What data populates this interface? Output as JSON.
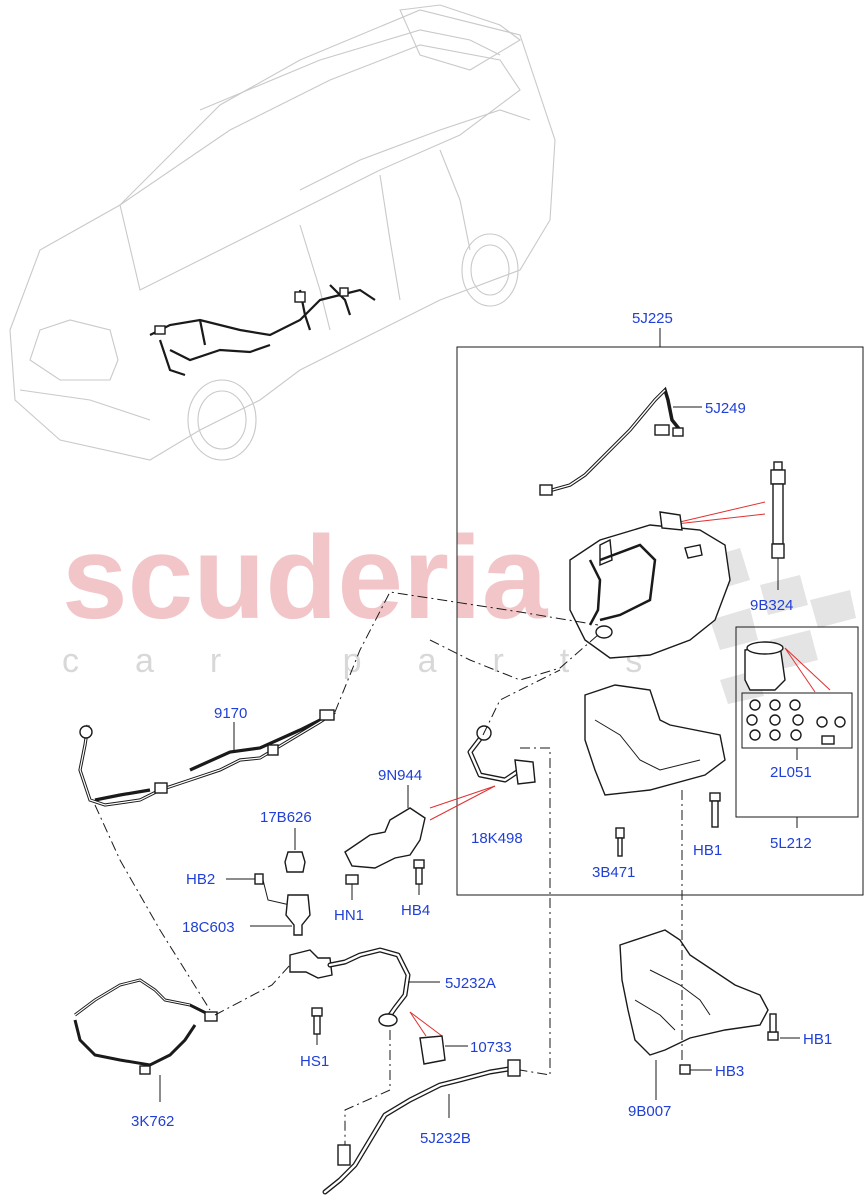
{
  "watermark": {
    "brand": "scuderia",
    "tagline": "car parts"
  },
  "callouts": {
    "c5J225": "5J225",
    "c5J249": "5J249",
    "c9B324": "9B324",
    "c2L051": "2L051",
    "c5L212": "5L212",
    "c9170": "9170",
    "c9N944": "9N944",
    "c18K498": "18K498",
    "c3B471": "3B471",
    "cHB1a": "HB1",
    "c17B626": "17B626",
    "cHB2": "HB2",
    "cHN1": "HN1",
    "cHB4": "HB4",
    "c18C603": "18C603",
    "c5J232A": "5J232A",
    "c10733": "10733",
    "cHS1": "HS1",
    "c3K762": "3K762",
    "c5J232B": "5J232B",
    "cHB1b": "HB1",
    "cHB3": "HB3",
    "c9B007": "9B007"
  },
  "colors": {
    "callout_text": "#1f3fd6",
    "leader_red": "#e03030",
    "watermark_red": "#f2c6c8",
    "watermark_grey": "#d8d8d8"
  }
}
